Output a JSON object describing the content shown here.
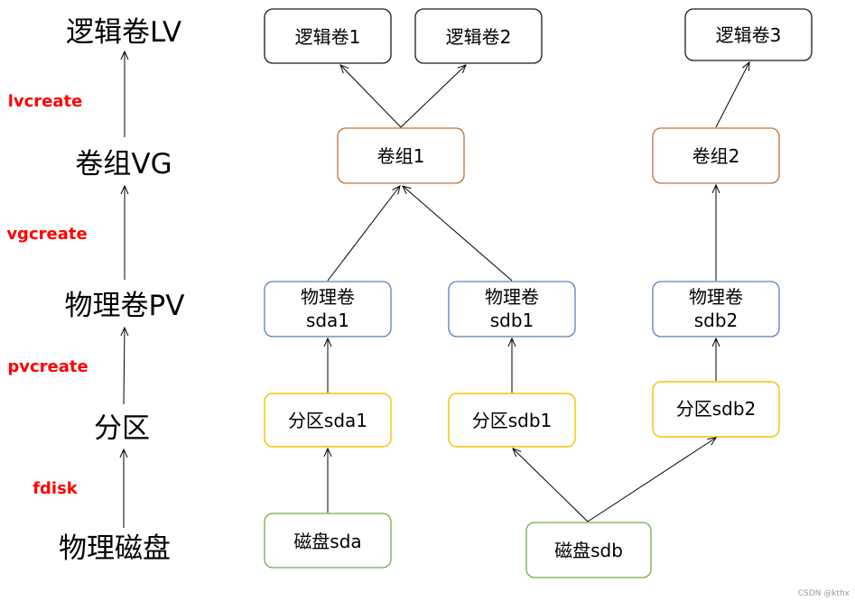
{
  "levels": {
    "lv": "逻辑卷LV",
    "vg": "卷组VG",
    "pv": "物理卷PV",
    "part": "分区",
    "disk": "物理磁盘"
  },
  "commands": {
    "lvcreate": "lvcreate",
    "vgcreate": "vgcreate",
    "pvcreate": "pvcreate",
    "fdisk": "fdisk"
  },
  "nodes": {
    "lv1": "逻辑卷1",
    "lv2": "逻辑卷2",
    "lv3": "逻辑卷3",
    "vg1": "卷组1",
    "vg2": "卷组2",
    "pv_sda1": [
      "物理卷",
      "sda1"
    ],
    "pv_sdb1": [
      "物理卷",
      "sdb1"
    ],
    "pv_sdb2": [
      "物理卷",
      "sdb2"
    ],
    "part_sda1": "分区sda1",
    "part_sdb1": "分区sdb1",
    "part_sdb2": "分区sdb2",
    "disk_sda": "磁盘sda",
    "disk_sdb": "磁盘sdb"
  },
  "colors": {
    "lv_border": "#1a1a1a",
    "vg_border": "#c0703a",
    "pv_border": "#5b7fc0",
    "part_border": "#f2c200",
    "disk_border": "#70ad47",
    "command_text": "#ff0000",
    "arrow": "#000000"
  },
  "watermark": "CSDN @kthx"
}
